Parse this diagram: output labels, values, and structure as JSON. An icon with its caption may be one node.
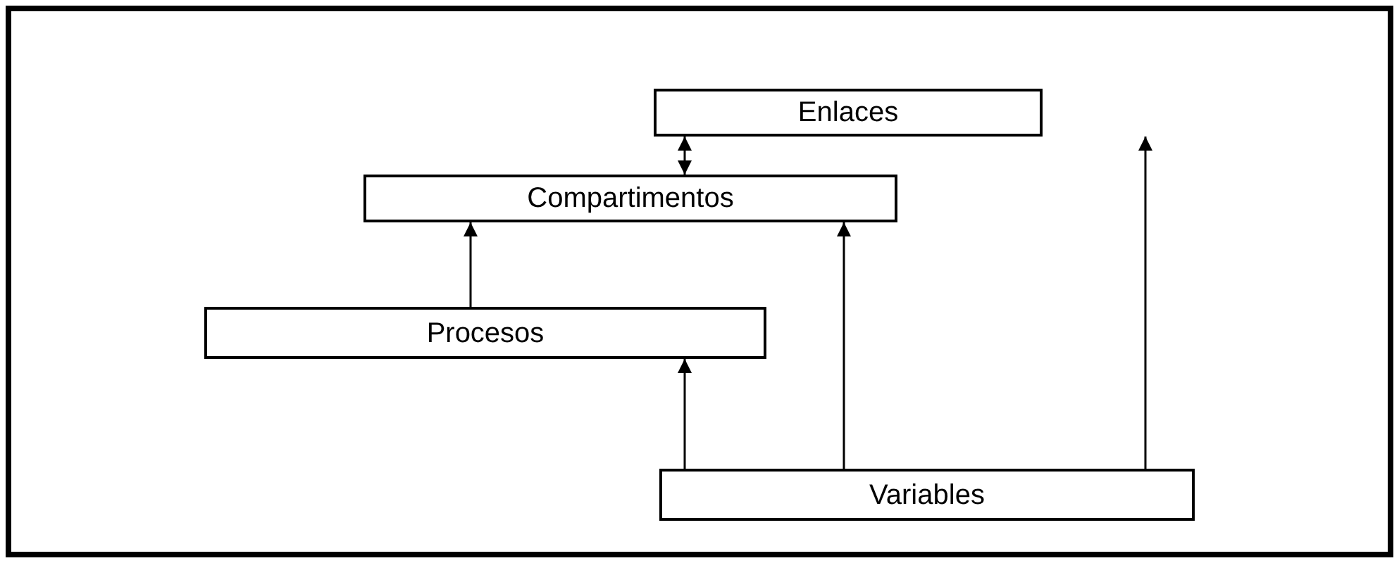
{
  "diagram": {
    "nodes": [
      {
        "text": [
          "Enlaces"
        ]
      },
      {
        "text": [
          "Compartimentos"
        ]
      },
      {
        "text": [
          "Procesos"
        ]
      },
      {
        "text": [
          "Variables"
        ]
      }
    ],
    "edges": [
      {
        "from": 1,
        "to": 0,
        "arrow": "both"
      },
      {
        "from": 2,
        "to": 1,
        "arrow": "to"
      },
      {
        "from": 3,
        "to": 2,
        "arrow": "to"
      },
      {
        "from": 3,
        "to": 1,
        "arrow": "to"
      },
      {
        "from": 3,
        "to": 0,
        "arrow": "to"
      }
    ]
  }
}
